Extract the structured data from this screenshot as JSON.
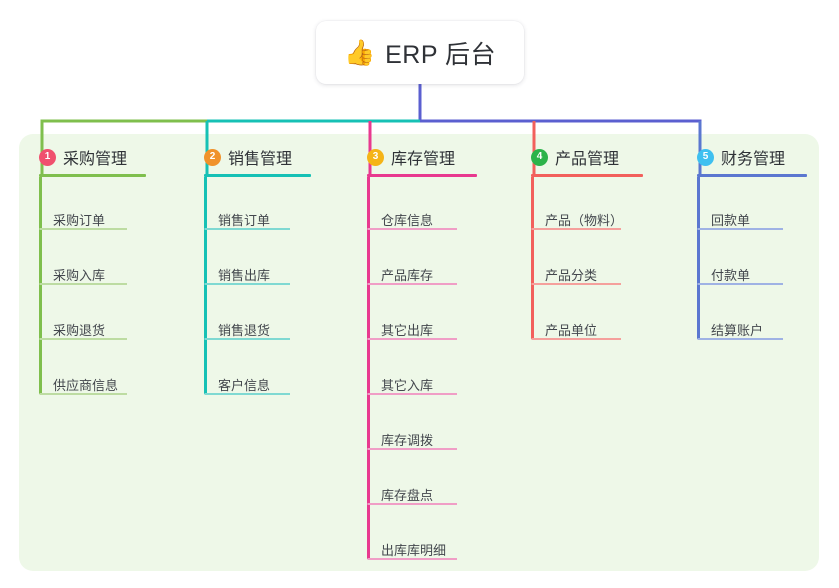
{
  "page": {
    "background": "#ffffff",
    "panel_background": "#eef8e8"
  },
  "root": {
    "icon": "thumbs-up-icon",
    "emoji": "👍",
    "title": "ERP 后台"
  },
  "connector": {
    "trunk_color": "#5b5fd0",
    "bus_color": "#5b5fd0"
  },
  "columns": [
    {
      "number": "1",
      "label": "采购管理",
      "badge_color": "#f0506e",
      "line_color": "#7fbf4d",
      "item_line_color": "#bddca2",
      "items": [
        {
          "label": "采购订单"
        },
        {
          "label": "采购入库"
        },
        {
          "label": "采购退货"
        },
        {
          "label": "供应商信息"
        }
      ]
    },
    {
      "number": "2",
      "label": "销售管理",
      "badge_color": "#f0922b",
      "line_color": "#16c1b5",
      "item_line_color": "#7fd9d2",
      "items": [
        {
          "label": "销售订单"
        },
        {
          "label": "销售出库"
        },
        {
          "label": "销售退货"
        },
        {
          "label": "客户信息"
        }
      ]
    },
    {
      "number": "3",
      "label": "库存管理",
      "badge_color": "#f5b417",
      "line_color": "#e8398f",
      "item_line_color": "#f09ec6",
      "items": [
        {
          "label": "仓库信息"
        },
        {
          "label": "产品库存"
        },
        {
          "label": "其它出库"
        },
        {
          "label": "其它入库"
        },
        {
          "label": "库存调拨"
        },
        {
          "label": "库存盘点"
        },
        {
          "label": "出库库明细"
        }
      ]
    },
    {
      "number": "4",
      "label": "产品管理",
      "badge_color": "#2cb34a",
      "line_color": "#f2605c",
      "item_line_color": "#f5a09c",
      "items": [
        {
          "label": "产品（物料）"
        },
        {
          "label": "产品分类"
        },
        {
          "label": "产品单位"
        }
      ]
    },
    {
      "number": "5",
      "label": "财务管理",
      "badge_color": "#3fc0f0",
      "line_color": "#5b77d0",
      "item_line_color": "#9fb2e4",
      "items": [
        {
          "label": "回款单"
        },
        {
          "label": "付款单"
        },
        {
          "label": "结算账户"
        }
      ]
    }
  ]
}
